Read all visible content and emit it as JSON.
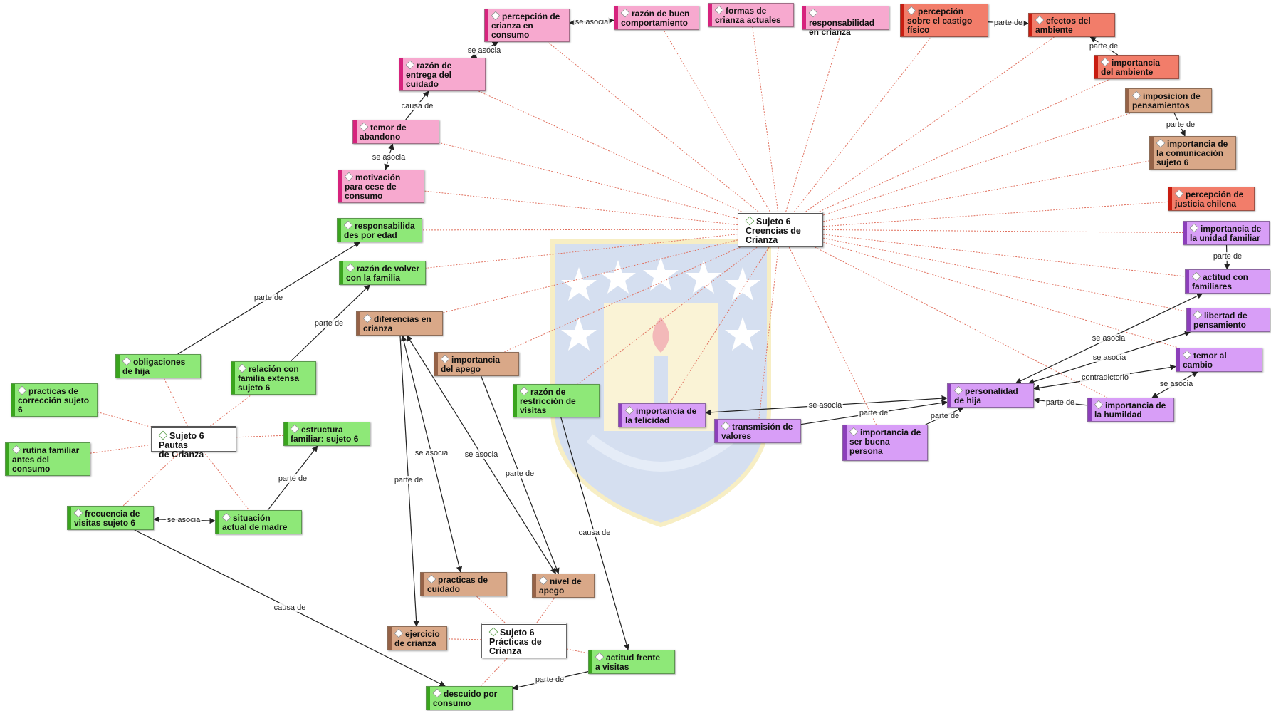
{
  "colors": {
    "pink": "#f7a9cf",
    "red": "#f27d6a",
    "brown": "#d9a888",
    "green": "#8ee878",
    "violet": "#d89ef7",
    "doc": "#ffffff",
    "assoc_edge": "#e0705e",
    "rel_edge": "#222222"
  },
  "icons": {
    "node": "code-diamond-icon",
    "document": "document-icon",
    "watermark": "university-crest"
  },
  "nodes": {
    "percepcion_crianza": "percepción de\ncrianza en\nconsumo",
    "razon_buen_comportamiento": "razón de buen\ncomportamiento",
    "formas_crianza": "formas de\ncrianza actuales",
    "responsabilidad_crianza": "responsabilidad\nen crianza",
    "percepcion_castigo": "percepción\nsobre el castigo\nfísico",
    "efectos_ambiente": "efectos del\nambiente",
    "importancia_ambiente": "importancia\ndel ambiente",
    "razon_entrega": "razón de\nentrega del\ncuidado",
    "imposicion": "imposicion de\npensamientos",
    "temor_abandono": "temor de\nabandono",
    "importancia_comunicacion": "importancia de\nla comunicación\nsujeto 6",
    "motivacion_cese": "motivación\npara cese de\nconsumo",
    "percepcion_justicia": "percepción de\njusticia chilena",
    "creencias": "Sujeto 6\nCreencias de\nCrianza",
    "responsabilidades_edad": "responsabilida\ndes por edad",
    "importancia_unidad": "importancia de\nla unidad familiar",
    "razon_volver": "razón de volver\ncon la familia",
    "actitud_familiares": "actitud con\nfamiliares",
    "diferencias_crianza": "diferencias en\ncrianza",
    "libertad_pensamiento": "libertad de\npensamiento",
    "importancia_apego": "importancia\ndel apego",
    "obligaciones_hija": "obligaciones\nde hija",
    "relacion_familia": "relación con\nfamilia extensa\nsujeto 6",
    "temor_cambio": "temor al\ncambio",
    "razon_restriccion": "razón de\nrestricción de\nvisitas",
    "personalidad_hija": "personalidad\nde hija",
    "practicas_correccion": "practicas de\ncorrección sujeto\n6",
    "importancia_felicidad": "importancia de\nla felicidad",
    "importancia_humildad": "importancia de\nla humildad",
    "transmision_valores": "transmisión de\nvalores",
    "pautas": "Sujeto 6 Pautas\nde Crianza",
    "estructura_familiar": "estructura\nfamiliar: sujeto 6",
    "importancia_buena_persona": "importancia de\nser buena\npersona",
    "rutina_familiar": "rutina familiar\nantes del\nconsumo",
    "frecuencia_visitas": "frecuencia de\nvisitas sujeto 6",
    "situacion_madre": "situación\nactual de madre",
    "practicas_cuidado": "practicas de\ncuidado",
    "nivel_apego": "nivel de\napego",
    "ejercicio_crianza": "ejercicio\nde crianza",
    "practicas": "Sujeto 6\nPrácticas de\nCrianza",
    "actitud_visitas": "actitud frente\na visitas",
    "descuido_consumo": "descuido por\nconsumo"
  },
  "relation_labels": {
    "se_asocia": "se asocia",
    "parte_de": "parte de",
    "causa_de": "causa de",
    "contradictorio": "contradictorio"
  },
  "relations": [
    {
      "from": "razon_buen_comportamiento",
      "to": "percepcion_crianza",
      "label": "se asocia"
    },
    {
      "from": "percepcion_castigo",
      "to": "efectos_ambiente",
      "label": "parte de"
    },
    {
      "from": "importancia_ambiente",
      "to": "efectos_ambiente",
      "label": "parte de"
    },
    {
      "from": "razon_entrega",
      "to": "percepcion_crianza",
      "label": "se asocia"
    },
    {
      "from": "temor_abandono",
      "to": "razon_entrega",
      "label": "causa de"
    },
    {
      "from": "motivacion_cese",
      "to": "temor_abandono",
      "label": "se asocia"
    },
    {
      "from": "imposicion",
      "to": "importancia_comunicacion",
      "label": "parte de"
    },
    {
      "from": "importancia_unidad",
      "to": "actitud_familiares",
      "label": "parte de"
    },
    {
      "from": "obligaciones_hija",
      "to": "responsabilidades_edad",
      "label": "parte de"
    },
    {
      "from": "relacion_familia",
      "to": "razon_volver",
      "label": "parte de"
    },
    {
      "from": "personalidad_hija",
      "to": "actitud_familiares",
      "label": "se asocia"
    },
    {
      "from": "personalidad_hija",
      "to": "libertad_pensamiento",
      "label": "se asocia"
    },
    {
      "from": "personalidad_hija",
      "to": "temor_cambio",
      "label": "contradictorio"
    },
    {
      "from": "importancia_humildad",
      "to": "temor_cambio",
      "label": "se asocia"
    },
    {
      "from": "importancia_humildad",
      "to": "personalidad_hija",
      "label": "parte de"
    },
    {
      "from": "importancia_felicidad",
      "to": "personalidad_hija",
      "label": "se asocia"
    },
    {
      "from": "transmision_valores",
      "to": "personalidad_hija",
      "label": "parte de"
    },
    {
      "from": "importancia_buena_persona",
      "to": "personalidad_hija",
      "label": "parte de"
    },
    {
      "from": "situacion_madre",
      "to": "estructura_familiar",
      "label": "parte de"
    },
    {
      "from": "frecuencia_visitas",
      "to": "situacion_madre",
      "label": "se asocia"
    },
    {
      "from": "frecuencia_visitas",
      "to": "descuido_consumo",
      "label": "causa de"
    },
    {
      "from": "diferencias_crianza",
      "to": "practicas_cuidado",
      "label": "se asocia"
    },
    {
      "from": "diferencias_crianza",
      "to": "nivel_apego",
      "label": "se asocia"
    },
    {
      "from": "diferencias_crianza",
      "to": "ejercicio_crianza",
      "label": "parte de"
    },
    {
      "from": "importancia_apego",
      "to": "nivel_apego",
      "label": "parte de"
    },
    {
      "from": "razon_restriccion",
      "to": "actitud_visitas",
      "label": "causa de"
    },
    {
      "from": "actitud_visitas",
      "to": "descuido_consumo",
      "label": "parte de"
    }
  ],
  "associations": [
    {
      "group": "creencias",
      "members": [
        "percepcion_crianza",
        "razon_buen_comportamiento",
        "formas_crianza",
        "responsabilidad_crianza",
        "percepcion_castigo",
        "efectos_ambiente",
        "importancia_ambiente",
        "razon_entrega",
        "imposicion",
        "temor_abandono",
        "importancia_comunicacion",
        "motivacion_cese",
        "percepcion_justicia",
        "responsabilidades_edad",
        "importancia_unidad",
        "razon_volver",
        "actitud_familiares",
        "diferencias_crianza",
        "libertad_pensamiento",
        "importancia_apego",
        "temor_cambio",
        "razon_restriccion",
        "importancia_felicidad",
        "importancia_humildad",
        "transmision_valores",
        "importancia_buena_persona"
      ]
    },
    {
      "group": "pautas",
      "members": [
        "obligaciones_hija",
        "relacion_familia",
        "practicas_correccion",
        "estructura_familiar",
        "rutina_familiar",
        "frecuencia_visitas",
        "situacion_madre"
      ]
    },
    {
      "group": "practicas",
      "members": [
        "practicas_cuidado",
        "nivel_apego",
        "ejercicio_crianza",
        "actitud_visitas",
        "descuido_consumo"
      ]
    }
  ]
}
